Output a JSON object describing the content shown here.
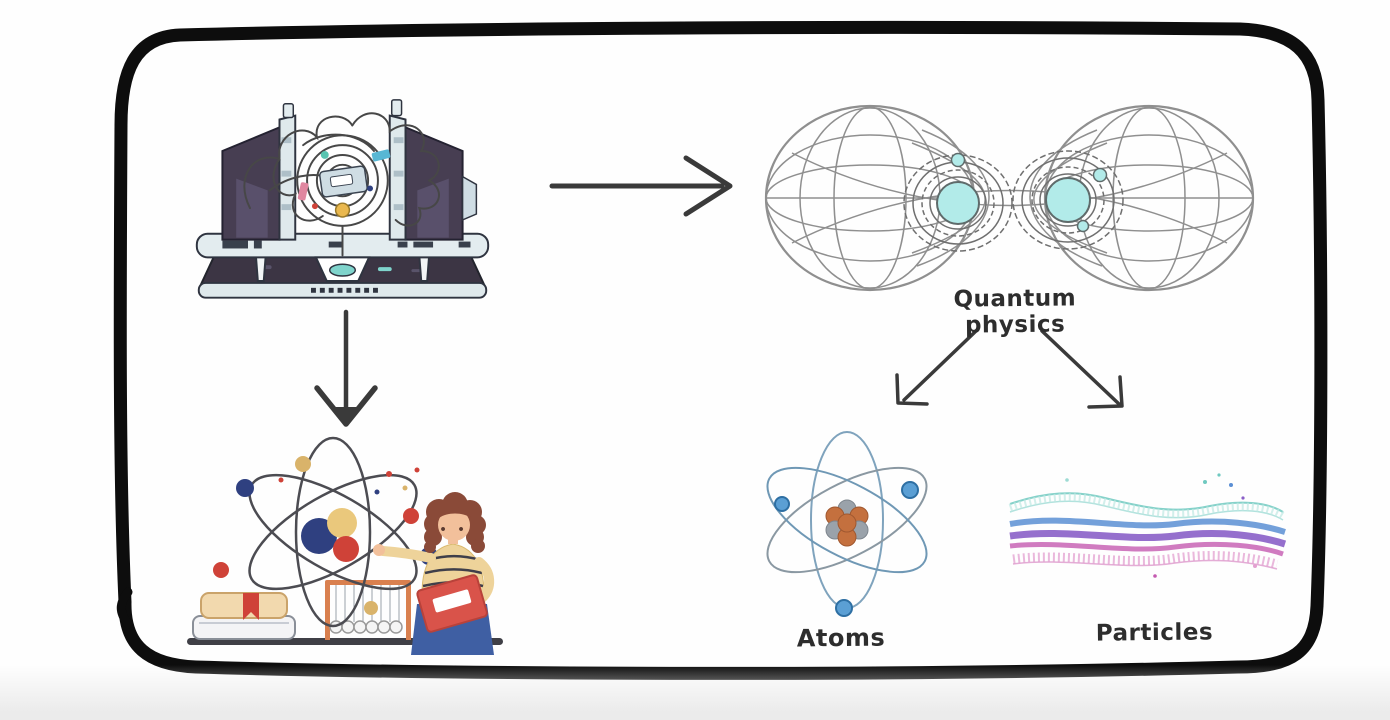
{
  "canvas": {
    "type": "whiteboard-sketch",
    "frame_color": "#0d0d0d",
    "background_color": "#ffffff",
    "footer_shadow_color": "#ebebeb"
  },
  "diagram": {
    "nodes": {
      "quantum_computer": {
        "icon": "quantum-computer-illustration"
      },
      "quantum_physics": {
        "icon": "infinity-wireframe-illustration",
        "label": "Quantum physics"
      },
      "scientist": {
        "icon": "scientist-with-atom-model-illustration"
      },
      "atoms": {
        "icon": "atom-illustration",
        "label": "Atoms"
      },
      "particles": {
        "icon": "particle-wave-illustration",
        "label": "Particles"
      }
    },
    "edges": [
      {
        "from": "quantum_computer",
        "to": "quantum_physics",
        "style": "arrow-right"
      },
      {
        "from": "quantum_computer",
        "to": "scientist",
        "style": "arrow-down"
      },
      {
        "from": "quantum_physics",
        "to": "atoms",
        "style": "arrow-down-left"
      },
      {
        "from": "quantum_physics",
        "to": "particles",
        "style": "arrow-down-right"
      }
    ],
    "colors": {
      "arrow": "#3a3a3a",
      "label_text": "#2d2d2d",
      "wireframe_gray": "#8f8f8f",
      "qubit_cyan": "#b2ebe9",
      "machine_panel_purple": "#473e52",
      "machine_frame_light": "#dfe9ec",
      "atom_orbit_blue": "#6f98b5",
      "electron_blue": "#5b9fd4",
      "nucleus_orange": "#c4703e",
      "nucleus_gray": "#9aa2aa",
      "wave_teal": "#6fc9c0",
      "wave_blue": "#5b8fd4",
      "wave_purple": "#8a5fc8",
      "wave_magenta": "#c45ab0",
      "book_red": "#cf4238",
      "shirt_yellow": "#eed39a",
      "skirt_blue": "#3f5fa3"
    }
  }
}
